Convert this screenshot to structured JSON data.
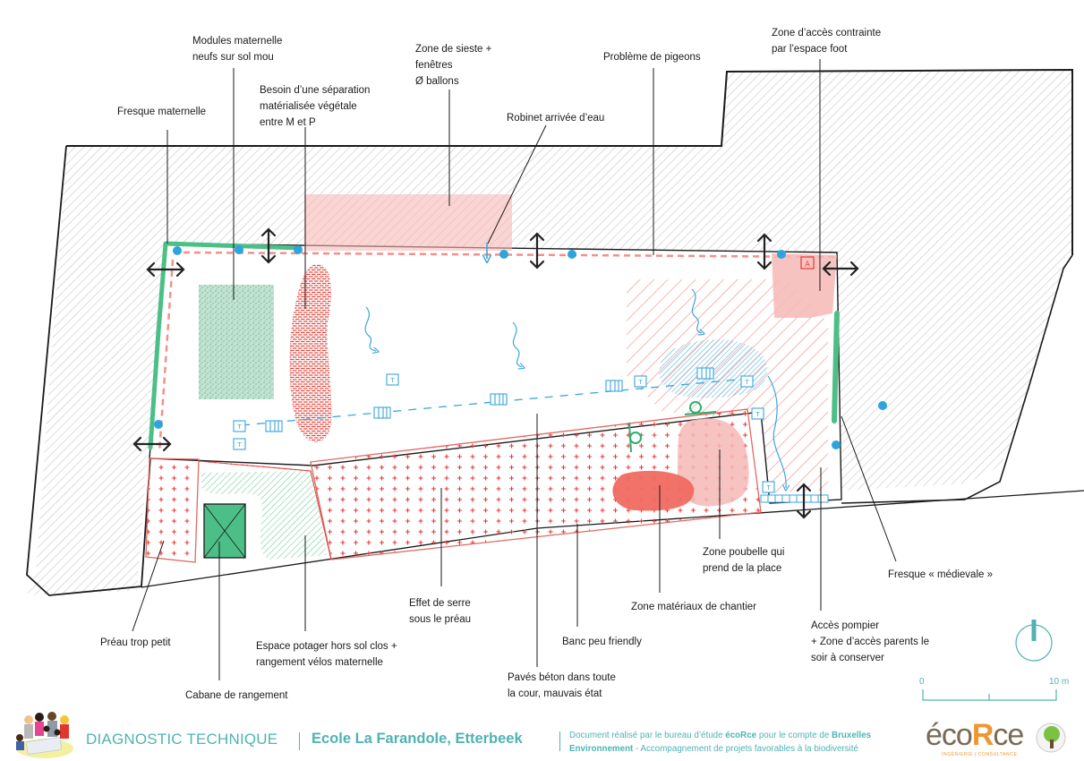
{
  "document": {
    "type": "site diagnostic plan",
    "title": "DIAGNOSTIC TECHNIQUE",
    "school": "Ecole La Farandole, Etterbeek",
    "credit_line1_pre": "Document réalisé par le bureau d’étude ",
    "credit_brand": "écoRce",
    "credit_line1_mid": " pour le compte de ",
    "credit_client_a": "Bruxelles",
    "credit_client_b": "Environnement",
    "credit_line2_post": " - Accompagnement de projets favorables à la biodiversité",
    "logo_word_pre": "éco",
    "logo_word_r": "R",
    "logo_word_post": "ce",
    "logo_subtitle": "INGÉNIERIE | CONSULTANCE"
  },
  "colors": {
    "teal": "#4fb3b3",
    "green": "#4cbf86",
    "light_green": "#bfe6d2",
    "red": "#e83a3a",
    "pink": "#f9c9c7",
    "salmon": "#f06a60",
    "blue": "#3aa6dc",
    "hatch": "#c9c9c9",
    "outline": "#1a1a1a"
  },
  "annotations": [
    {
      "id": "fresque-maternelle",
      "text": "Fresque maternelle"
    },
    {
      "id": "modules-maternelle",
      "text": "Modules maternelle\nneufs sur sol mou"
    },
    {
      "id": "separation-vegetale",
      "text": "Besoin d’une séparation\nmatérialisée végétale\nentre M et P"
    },
    {
      "id": "zone-sieste",
      "text": "Zone de sieste +\nfenêtres\nØ ballons"
    },
    {
      "id": "robinet",
      "text": "Robinet arrivée d’eau"
    },
    {
      "id": "pigeons",
      "text": "Problème de pigeons"
    },
    {
      "id": "zone-acces-contrainte",
      "text": "Zone d’accès contrainte\npar l’espace foot"
    },
    {
      "id": "preau-petit",
      "text": "Préau trop petit"
    },
    {
      "id": "cabane",
      "text": "Cabane de rangement"
    },
    {
      "id": "potager",
      "text": "Espace potager hors sol clos +\nrangement vélos maternelle"
    },
    {
      "id": "effet-serre",
      "text": "Effet de serre\nsous le préau"
    },
    {
      "id": "paves",
      "text": "Pavés béton dans toute\nla cour, mauvais état"
    },
    {
      "id": "banc",
      "text": "Banc peu friendly"
    },
    {
      "id": "materiaux",
      "text": "Zone matériaux de chantier"
    },
    {
      "id": "poubelle",
      "text": "Zone poubelle qui\nprend de la place"
    },
    {
      "id": "pompier",
      "text": "Accès pompier\n+ Zone d’accès parents le\nsoir à conserver"
    },
    {
      "id": "fresque-medievale",
      "text": "Fresque « médievale »"
    }
  ],
  "symbols": {
    "access_marker": "A",
    "manhole_marker": "T"
  },
  "scale_bar": {
    "start_label": "0",
    "end_label": "10 m",
    "length_m": 10
  }
}
